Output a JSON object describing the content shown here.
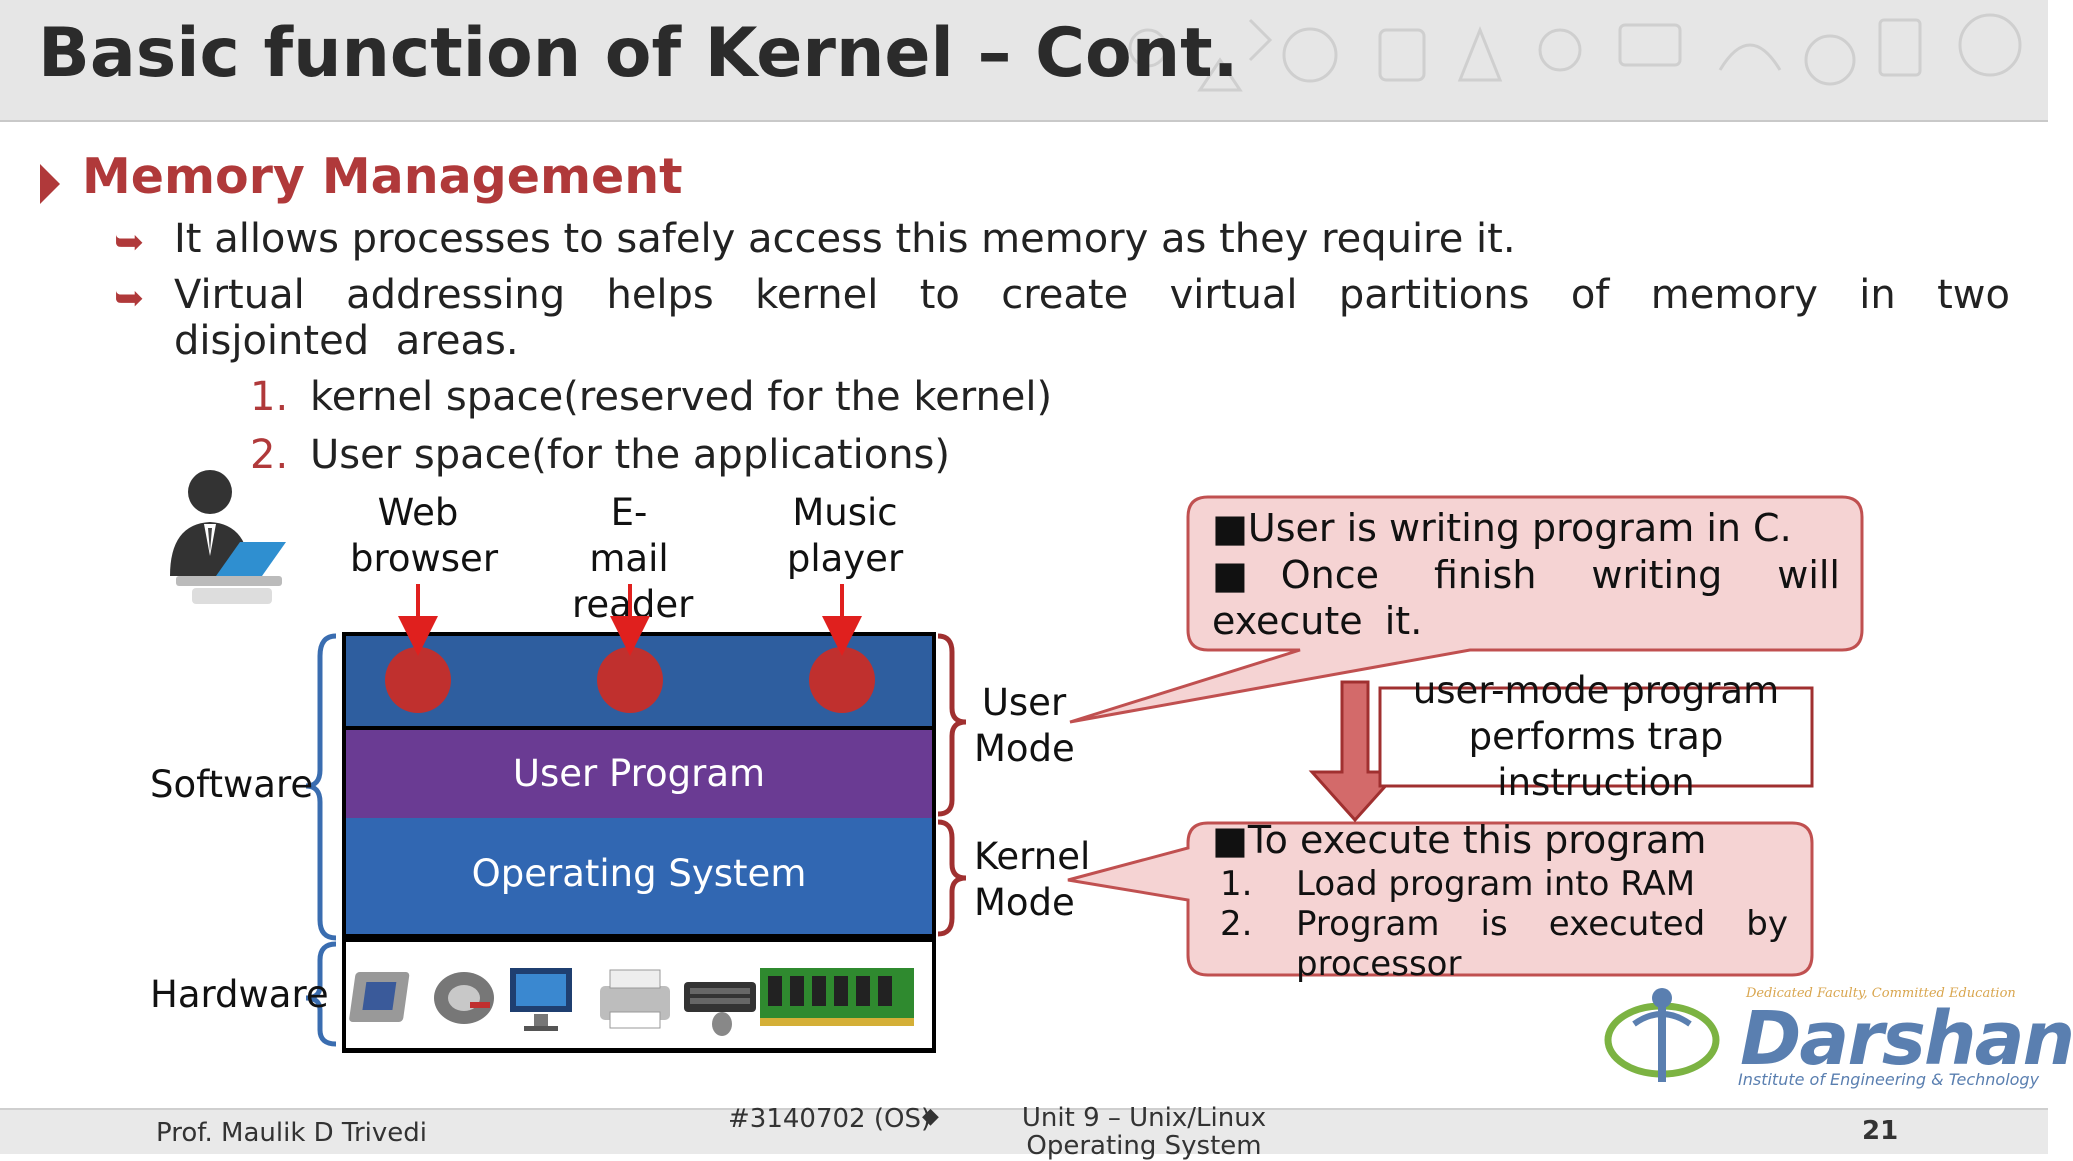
{
  "slide": {
    "title": "Basic function of Kernel – Cont.",
    "section_title": "Memory Management",
    "bullets": [
      "It allows processes to safely access this memory as they require it.",
      "Virtual addressing helps kernel to create virtual partitions of memory in two disjointed areas."
    ],
    "numbered": [
      {
        "num": "1.",
        "text": "kernel space(reserved for the kernel)"
      },
      {
        "num": "2.",
        "text": "User space(for the applications)"
      }
    ]
  },
  "diagram": {
    "apps": [
      "Web browser",
      "E-mail reader",
      "Music player"
    ],
    "user_program_label": "User Program",
    "os_label": "Operating System",
    "software_label": "Software",
    "hardware_label": "Hardware",
    "user_mode_label": "User Mode",
    "kernel_mode_label": "Kernel Mode",
    "hardware_icons": [
      "cpu-icon",
      "hard-disk-icon",
      "monitor-icon",
      "printer-icon",
      "keyboard-icon",
      "ram-icon"
    ],
    "colors": {
      "apps_layer": "#2e5e9f",
      "user_program_layer": "#6a3b93",
      "os_layer": "#3167b2",
      "app_dot": "#c0302e",
      "arrow": "#e0201e",
      "brace": "#3a6db0",
      "brace_right": "#a03030",
      "callout_fill": "#f5d3d3",
      "callout_border": "#c05050"
    }
  },
  "callouts": {
    "top_lines": [
      "■User is writing program in C.",
      "■Once finish writing will execute it."
    ],
    "middle_text": "user-mode program performs trap instruction",
    "bottom_heading": "■To execute this program",
    "bottom_steps": [
      {
        "num": "1.",
        "text": "Load program into RAM"
      },
      {
        "num": "2.",
        "text": "Program is executed by processor"
      }
    ]
  },
  "logo": {
    "tagline": "Dedicated Faculty, Committed Education",
    "name": "Darshan",
    "subtitle": "Institute of Engineering & Technology"
  },
  "footer": {
    "author": "Prof. Maulik D Trivedi",
    "course": "#3140702 (OS)",
    "separator": "◆",
    "unit": "Unit 9 – Unix/Linux Operating System",
    "page": "21"
  }
}
